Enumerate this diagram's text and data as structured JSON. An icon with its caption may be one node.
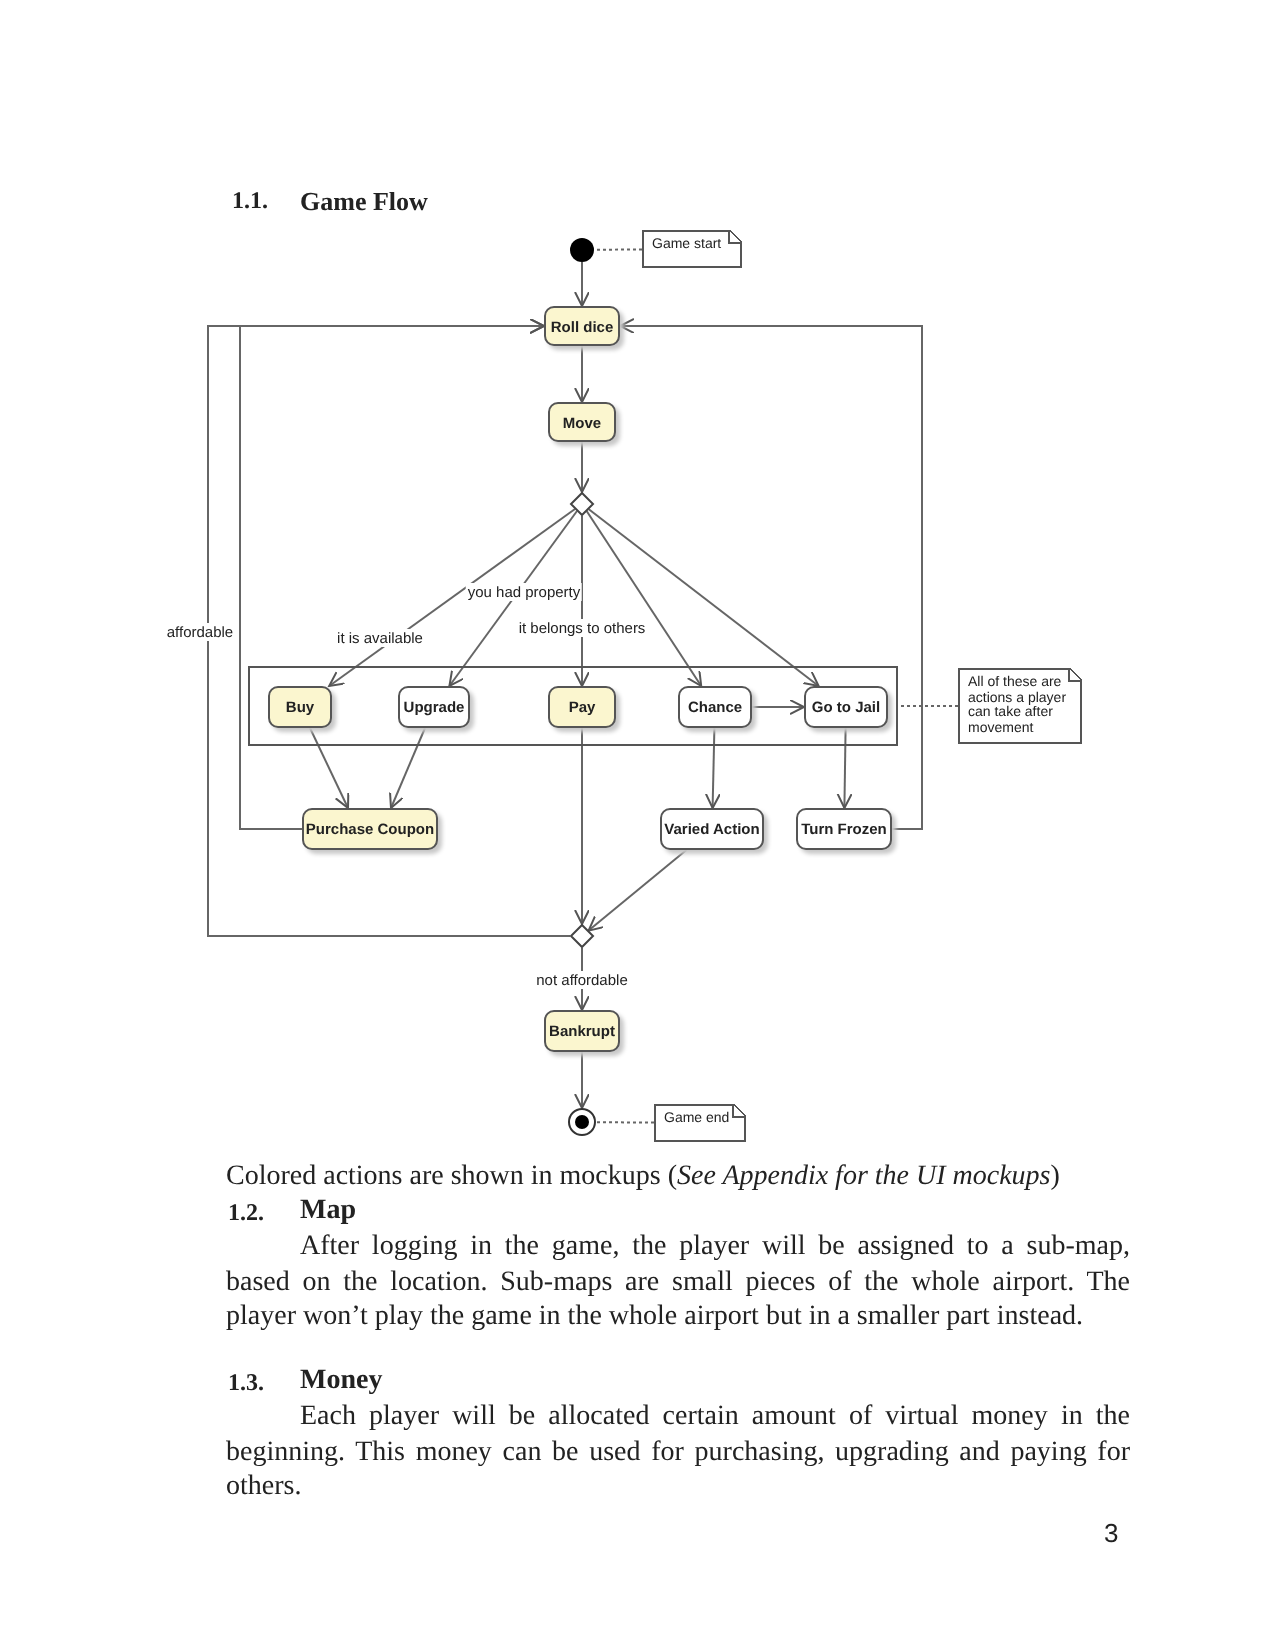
{
  "diagram": {
    "title": "Game Flow",
    "caption": "Colored actions are shown in mockups (*See Appendix for the UI mockups*)",
    "nodes": [
      {
        "text": [],
        "shape": "circle"
      },
      {
        "text": [
          "Game start"
        ]
      },
      {
        "text": [
          "Roll dice"
        ]
      },
      {
        "text": [
          "Move"
        ]
      },
      {
        "text": [],
        "shape": "diamond"
      },
      {
        "text": [],
        "shape": "box"
      },
      {
        "text": [
          "Buy"
        ],
        "in": 5
      },
      {
        "text": [
          "Upgrade"
        ],
        "in": 5
      },
      {
        "text": [
          "Pay"
        ],
        "in": 5
      },
      {
        "text": [
          "Chance"
        ],
        "in": 5
      },
      {
        "text": [
          "Go to Jail"
        ],
        "in": 5
      },
      {
        "text": [
          "All of these are actions a player can take after movement"
        ]
      },
      {
        "text": [
          "Purchase Coupon"
        ]
      },
      {
        "text": [
          "Varied Action"
        ]
      },
      {
        "text": [
          "Turn Frozen"
        ]
      },
      {
        "text": [],
        "shape": "diamond"
      },
      {
        "text": [
          "Bankrupt"
        ]
      },
      {
        "text": [],
        "shape": "bullseye"
      },
      {
        "text": [
          "Game end"
        ]
      }
    ],
    "edges": [
      {
        "from": 0,
        "to": 2,
        "arrow": "to"
      },
      {
        "from": 1,
        "to": 0,
        "arrow": "none",
        "style": "dashed"
      },
      {
        "from": 2,
        "to": 3,
        "arrow": "to"
      },
      {
        "from": 3,
        "to": 4,
        "arrow": "to"
      },
      {
        "from": 4,
        "to": 6,
        "arrow": "to",
        "label": "it is available"
      },
      {
        "from": 4,
        "to": 7,
        "arrow": "to",
        "label": "you had property"
      },
      {
        "from": 4,
        "to": 8,
        "arrow": "to",
        "label": "it belongs to others"
      },
      {
        "from": 4,
        "to": 9,
        "arrow": "to"
      },
      {
        "from": 4,
        "to": 10,
        "arrow": "to"
      },
      {
        "from": 11,
        "to": 5,
        "arrow": "none",
        "style": "dashed"
      },
      {
        "from": 9,
        "to": 10,
        "arrow": "to"
      },
      {
        "from": 6,
        "to": 12,
        "arrow": "to"
      },
      {
        "from": 7,
        "to": 12,
        "arrow": "to"
      },
      {
        "from": 9,
        "to": 13,
        "arrow": "to"
      },
      {
        "from": 10,
        "to": 14,
        "arrow": "to"
      },
      {
        "from": 12,
        "to": 2,
        "arrow": "to"
      },
      {
        "from": 14,
        "to": 2,
        "arrow": "to"
      },
      {
        "from": 8,
        "to": 15,
        "arrow": "to"
      },
      {
        "from": 13,
        "to": 15,
        "arrow": "to"
      },
      {
        "from": 15,
        "to": 2,
        "arrow": "to",
        "label": "affordable"
      },
      {
        "from": 15,
        "to": 16,
        "arrow": "to",
        "label": "not affordable"
      },
      {
        "from": 16,
        "to": 17,
        "arrow": "to"
      },
      {
        "from": 18,
        "to": 17,
        "arrow": "none",
        "style": "dashed"
      }
    ],
    "labels": [
      "1.1.",
      "1.2.",
      "Map",
      "After logging in the game, the player will be assigned to a sub-map, based on the location. Sub-maps are small pieces of the whole airport. The player won’t play the game in the whole airport but in a smaller part instead.",
      "1.3.",
      "Money",
      "Each player will be allocated certain amount of virtual money in the beginning. This money can be used for purchasing, upgrading and paying for others.",
      "3"
    ]
  }
}
